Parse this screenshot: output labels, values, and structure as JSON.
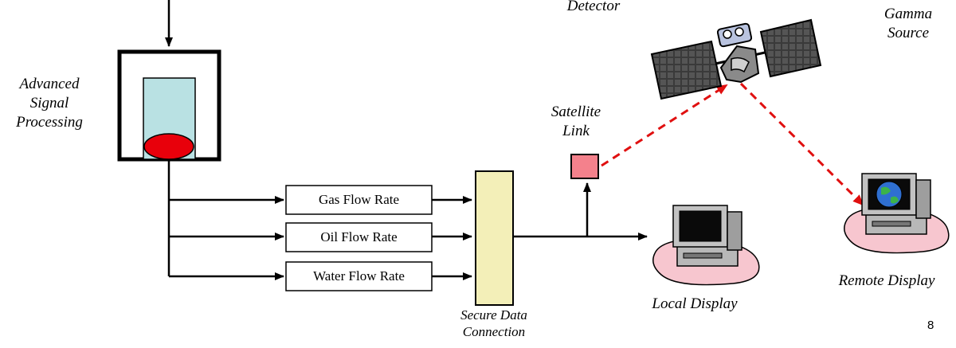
{
  "labels": {
    "processing_line1": "Advanced",
    "processing_line2": "Signal",
    "processing_line3": "Processing",
    "detector": "Detector",
    "gamma_line1": "Gamma",
    "gamma_line2": "Source",
    "satellite_line1": "Satellite",
    "satellite_line2": "Link",
    "secure_line1": "Secure Data",
    "secure_line2": "Connection",
    "local_display": "Local Display",
    "remote_display": "Remote Display"
  },
  "outputs": [
    "Gas Flow Rate",
    "Oil Flow Rate",
    "Water Flow Rate"
  ],
  "page_number": "8",
  "colors": {
    "detector_tube": "#b9e1e3",
    "detector_blob": "#e8000b",
    "secure_box": "#f3efb8",
    "satellite_link_box": "#f4818c",
    "radio_link": "#e01010",
    "computer_pad": "#f7c6cf"
  },
  "icons": [
    "satellite-icon",
    "local-computer-icon",
    "remote-computer-icon"
  ]
}
